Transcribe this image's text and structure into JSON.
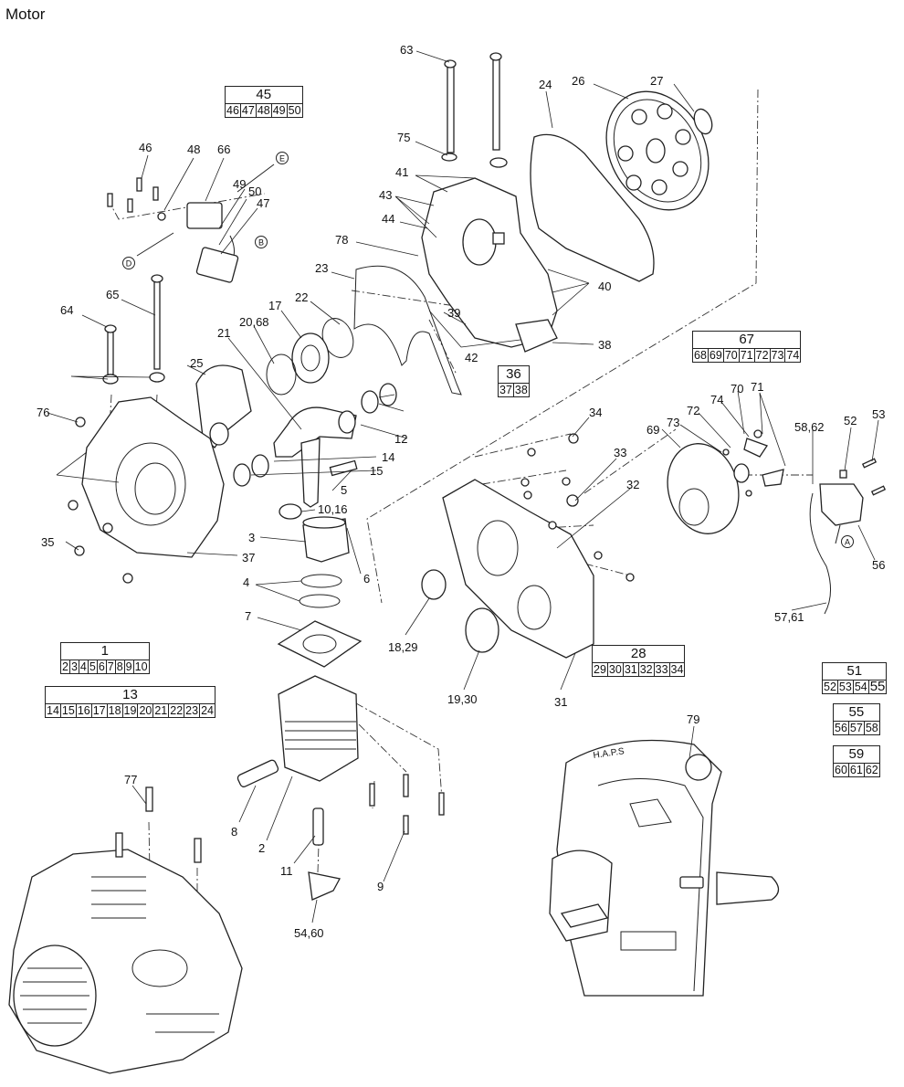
{
  "title": "Motor",
  "groups": [
    {
      "id": "g45",
      "head": "45",
      "items": [
        "46",
        "47",
        "48",
        "49",
        "50"
      ],
      "x": 0,
      "y": 0
    },
    {
      "id": "g36",
      "head": "36",
      "items": [
        "37",
        "38"
      ]
    },
    {
      "id": "g67",
      "head": "67",
      "items": [
        "68",
        "69",
        "70",
        "71",
        "72",
        "73",
        "74"
      ]
    },
    {
      "id": "g1",
      "head": "1",
      "items": [
        "2",
        "3",
        "4",
        "5",
        "6",
        "7",
        "8",
        "9",
        "10"
      ]
    },
    {
      "id": "g13",
      "head": "13",
      "items": [
        "14",
        "15",
        "16",
        "17",
        "18",
        "19",
        "20",
        "21",
        "22",
        "23",
        "24"
      ]
    },
    {
      "id": "g28",
      "head": "28",
      "items": [
        "29",
        "30",
        "31",
        "32",
        "33",
        "34"
      ]
    },
    {
      "id": "g51",
      "head": "51",
      "items": [
        "52",
        "53",
        "54",
        "55"
      ]
    },
    {
      "id": "g55",
      "head": "55",
      "items": [
        "56",
        "57",
        "58"
      ]
    },
    {
      "id": "g59",
      "head": "59",
      "items": [
        "60",
        "61",
        "62"
      ]
    }
  ],
  "callouts": [
    "63",
    "75",
    "41",
    "43",
    "44",
    "78",
    "24",
    "26",
    "27",
    "46",
    "48",
    "66",
    "49",
    "50",
    "47",
    "23",
    "22",
    "17",
    "20,68",
    "21",
    "64",
    "65",
    "25",
    "39",
    "42",
    "40",
    "38",
    "76",
    "12",
    "14",
    "15",
    "10,16",
    "5",
    "3",
    "6",
    "4",
    "7",
    "35",
    "37",
    "34",
    "33",
    "32",
    "18,29",
    "19,30",
    "31",
    "69",
    "73",
    "72",
    "74",
    "70",
    "71",
    "58,62",
    "52",
    "53",
    "56",
    "57,61",
    "77",
    "8",
    "2",
    "11",
    "9",
    "54,60",
    "79"
  ],
  "circle_markers": [
    "E",
    "B",
    "D",
    "A"
  ],
  "haps_label": "H.A.P.S"
}
